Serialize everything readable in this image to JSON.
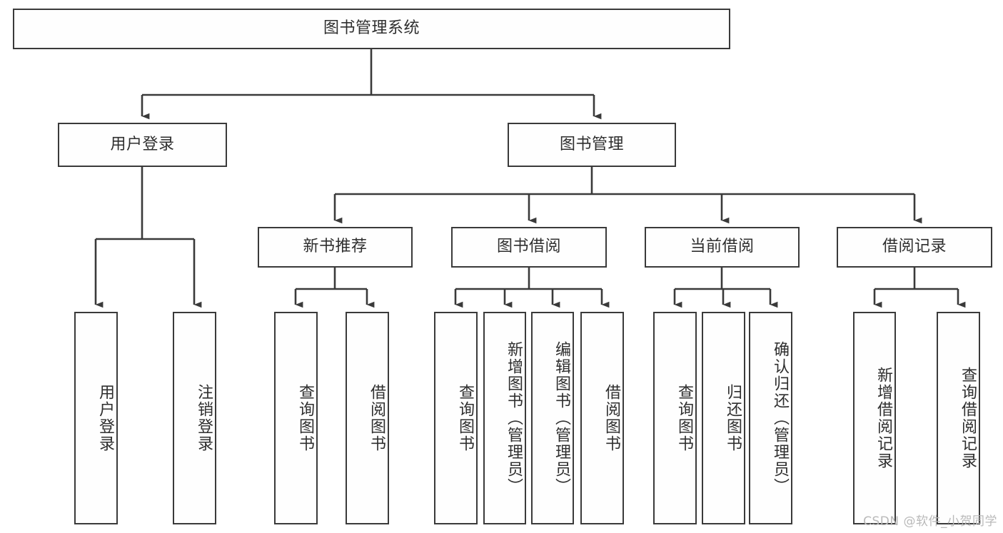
{
  "diagram": {
    "type": "tree-hierarchy-chart",
    "title": "图书管理系统",
    "orientation": "top-down",
    "colors": {
      "box_border": "#3a3a3a",
      "box_fill": "#fefefe",
      "text": "#2e2e2e",
      "connector": "#3a3a3a",
      "watermark": "#b9b9b9",
      "background": "#ffffff"
    }
  },
  "root": {
    "id": "root",
    "label": "图书管理系统",
    "level": 1,
    "text_direction": "horizontal"
  },
  "level2": [
    {
      "id": "user-login",
      "label": "用户登录",
      "level": 2,
      "text_direction": "horizontal"
    },
    {
      "id": "book-manage",
      "label": "图书管理",
      "level": 2,
      "text_direction": "horizontal"
    }
  ],
  "level3": [
    {
      "id": "new-book-recommend",
      "label": "新书推荐",
      "level": 3,
      "parent": "book-manage",
      "text_direction": "horizontal"
    },
    {
      "id": "book-borrow",
      "label": "图书借阅",
      "level": 3,
      "parent": "book-manage",
      "text_direction": "horizontal"
    },
    {
      "id": "current-borrow",
      "label": "当前借阅",
      "level": 3,
      "parent": "book-manage",
      "text_direction": "horizontal"
    },
    {
      "id": "borrow-record",
      "label": "借阅记录",
      "level": 3,
      "parent": "book-manage",
      "text_direction": "horizontal"
    }
  ],
  "leaves": [
    {
      "id": "leaf-user-login",
      "label": "用户登录",
      "parent": "user-login",
      "text_direction": "vertical"
    },
    {
      "id": "leaf-logout",
      "label": "注销登录",
      "parent": "user-login",
      "text_direction": "vertical"
    },
    {
      "id": "leaf-query-book-1",
      "label": "查询图书",
      "parent": "new-book-recommend",
      "text_direction": "vertical"
    },
    {
      "id": "leaf-borrow-book-1",
      "label": "借阅图书",
      "parent": "new-book-recommend",
      "text_direction": "vertical"
    },
    {
      "id": "leaf-query-book-2",
      "label": "查询图书",
      "parent": "book-borrow",
      "text_direction": "vertical"
    },
    {
      "id": "leaf-add-book",
      "label": "新增图书（管理员）",
      "parent": "book-borrow",
      "text_direction": "vertical"
    },
    {
      "id": "leaf-edit-book",
      "label": "编辑图书（管理员）",
      "parent": "book-borrow",
      "text_direction": "vertical"
    },
    {
      "id": "leaf-borrow-book-2",
      "label": "借阅图书",
      "parent": "book-borrow",
      "text_direction": "vertical"
    },
    {
      "id": "leaf-query-book-3",
      "label": "查询图书",
      "parent": "current-borrow",
      "text_direction": "vertical"
    },
    {
      "id": "leaf-return-book",
      "label": "归还图书",
      "parent": "current-borrow",
      "text_direction": "vertical"
    },
    {
      "id": "leaf-confirm-return",
      "label": "确认归还（管理员）",
      "parent": "current-borrow",
      "text_direction": "vertical"
    },
    {
      "id": "leaf-add-record",
      "label": "新增借阅记录",
      "parent": "borrow-record",
      "text_direction": "vertical"
    },
    {
      "id": "leaf-query-record",
      "label": "查询借阅记录",
      "parent": "borrow-record",
      "text_direction": "vertical"
    }
  ],
  "watermark": {
    "text": "CSDN @软件_小贺同学"
  }
}
